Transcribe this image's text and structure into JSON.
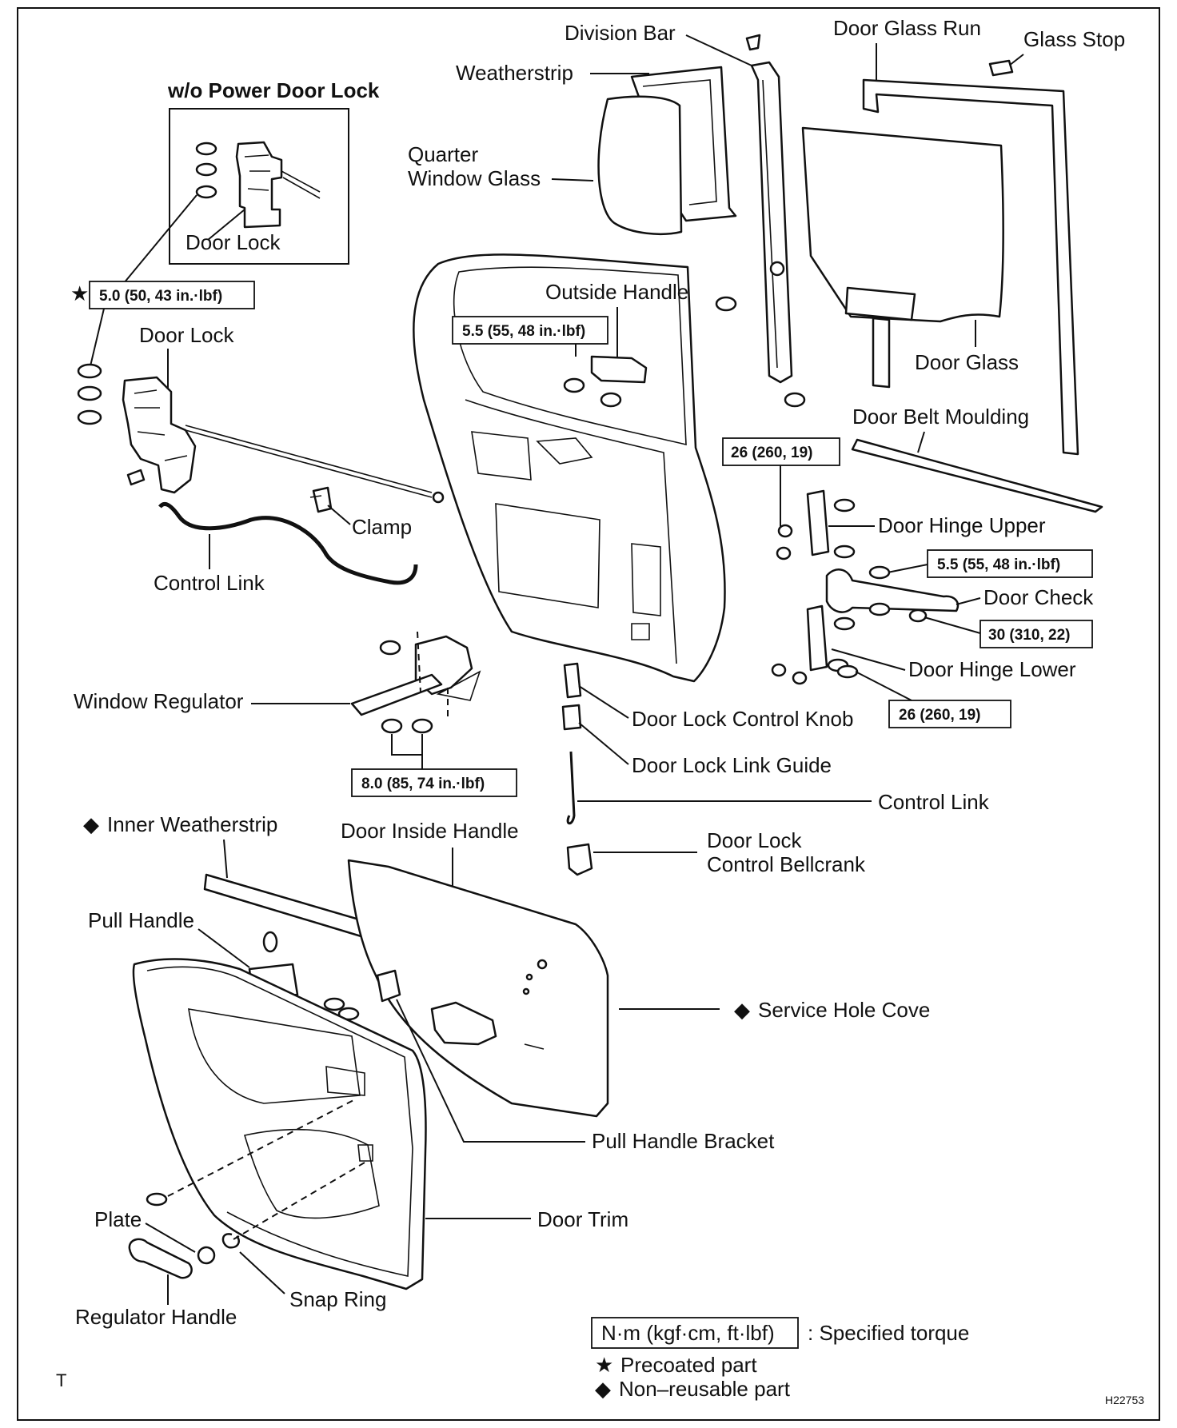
{
  "header": {
    "wo_power_door_lock": "w/o Power Door Lock"
  },
  "labels": {
    "division_bar": "Division Bar",
    "door_glass_run": "Door Glass Run",
    "glass_stop": "Glass Stop",
    "weatherstrip": "Weatherstrip",
    "quarter_window_glass_1": "Quarter",
    "quarter_window_glass_2": "Window Glass",
    "door_lock_inset": "Door Lock",
    "door_lock": "Door Lock",
    "outside_handle": "Outside Handle",
    "door_glass": "Door Glass",
    "door_belt_moulding": "Door Belt Moulding",
    "clamp": "Clamp",
    "control_link_left": "Control Link",
    "door_hinge_upper": "Door Hinge Upper",
    "door_check": "Door Check",
    "door_hinge_lower": "Door Hinge Lower",
    "window_regulator": "Window Regulator",
    "door_lock_control_knob": "Door Lock Control Knob",
    "door_lock_link_guide": "Door Lock Link Guide",
    "control_link_right": "Control Link",
    "door_lock_control_bellcrank_1": "Door Lock",
    "door_lock_control_bellcrank_2": "Control Bellcrank",
    "inner_weatherstrip": "Inner Weatherstrip",
    "door_inside_handle": "Door Inside Handle",
    "pull_handle": "Pull Handle",
    "service_hole_cover": "Service Hole Cove",
    "pull_handle_bracket": "Pull Handle Bracket",
    "door_trim": "Door Trim",
    "plate": "Plate",
    "snap_ring": "Snap Ring",
    "regulator_handle": "Regulator Handle"
  },
  "torques": {
    "door_lock": "5.0 (50, 43 in.·lbf)",
    "outside_handle": "5.5 (55, 48 in.·lbf)",
    "hinge_upper": "26 (260, 19)",
    "door_check": "5.5 (55, 48 in.·lbf)",
    "check_body": "30 (310, 22)",
    "hinge_lower": "26 (260, 19)",
    "regulator": "8.0 (85, 74 in.·lbf)"
  },
  "legend": {
    "unit_box": "N·m (kgf·cm, ft·lbf)",
    "unit_desc": ": Specified torque",
    "precoated": "Precoated part",
    "nonreusable": "Non–reusable part",
    "star_symbol": "★",
    "diamond_symbol": "◆"
  },
  "footer": {
    "corner_letter": "T",
    "figure_id": "H22753"
  }
}
